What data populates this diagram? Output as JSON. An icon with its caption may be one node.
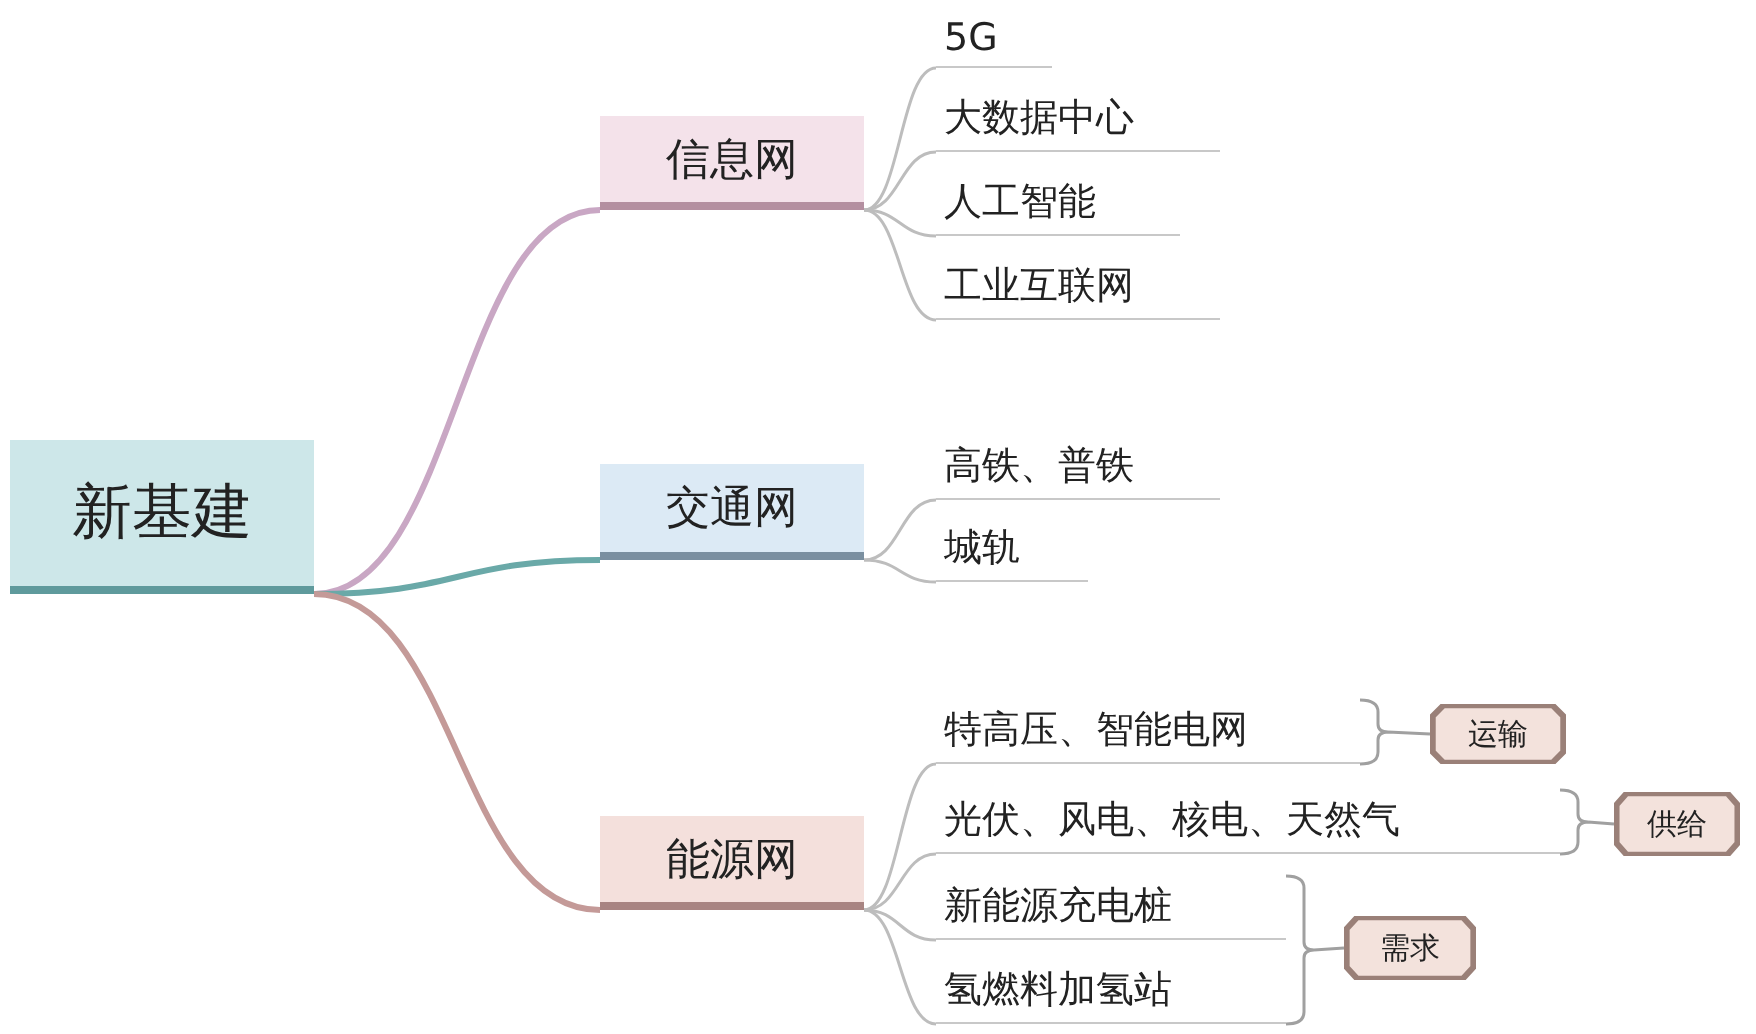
{
  "diagram": {
    "nodes": [
      {
        "text": [
          "新基建"
        ]
      },
      {
        "text": [
          "信息网"
        ]
      },
      {
        "text": [
          "交通网"
        ]
      },
      {
        "text": [
          "能源网"
        ]
      },
      {
        "text": [
          "5G"
        ]
      },
      {
        "text": [
          "大数据中心"
        ]
      },
      {
        "text": [
          "人工智能"
        ]
      },
      {
        "text": [
          "工业互联网"
        ]
      },
      {
        "text": [
          "高铁、普铁"
        ]
      },
      {
        "text": [
          "城轨"
        ]
      },
      {
        "text": [
          "特高压、智能电网"
        ]
      },
      {
        "text": [
          "光伏、风电、核电、天然气"
        ]
      },
      {
        "text": [
          "新能源充电桩"
        ]
      },
      {
        "text": [
          "氢燃料加氢站"
        ]
      },
      {
        "text": [
          "运输"
        ]
      },
      {
        "text": [
          "供给"
        ]
      },
      {
        "text": [
          "需求"
        ]
      }
    ],
    "edges": [
      {
        "from": 0,
        "to": 1,
        "arrow": "none",
        "style": "thick",
        "color": "#c9a7c4"
      },
      {
        "from": 0,
        "to": 2,
        "arrow": "none",
        "style": "thick",
        "color": "#6aa9a8"
      },
      {
        "from": 0,
        "to": 3,
        "arrow": "none",
        "style": "thick",
        "color": "#c49a98"
      },
      {
        "from": 1,
        "to": 4,
        "arrow": "none"
      },
      {
        "from": 1,
        "to": 5,
        "arrow": "none"
      },
      {
        "from": 1,
        "to": 6,
        "arrow": "none"
      },
      {
        "from": 1,
        "to": 7,
        "arrow": "none"
      },
      {
        "from": 2,
        "to": 8,
        "arrow": "none"
      },
      {
        "from": 2,
        "to": 9,
        "arrow": "none"
      },
      {
        "from": 3,
        "to": 10,
        "arrow": "none"
      },
      {
        "from": 3,
        "to": 11,
        "arrow": "none"
      },
      {
        "from": 3,
        "to": 12,
        "arrow": "none"
      },
      {
        "from": 3,
        "to": 13,
        "arrow": "none"
      },
      {
        "from": 10,
        "to": 14,
        "arrow": "none"
      },
      {
        "from": 11,
        "to": 15,
        "arrow": "none"
      },
      {
        "from": 12,
        "to": 16,
        "arrow": "none"
      },
      {
        "from": 13,
        "to": 16,
        "arrow": "none"
      }
    ]
  }
}
